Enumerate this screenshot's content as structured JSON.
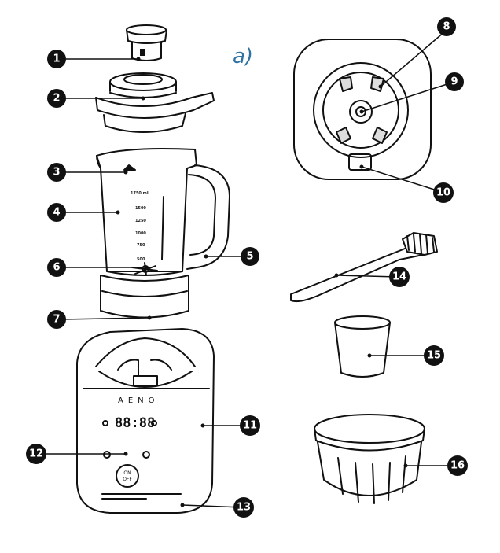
{
  "figure_label": "a)",
  "callouts": [
    "1",
    "2",
    "3",
    "4",
    "5",
    "6",
    "7",
    "8",
    "9",
    "10",
    "11",
    "12",
    "13",
    "14",
    "15",
    "16"
  ],
  "jug_scale": {
    "top_ml": "1750 mL",
    "marks": [
      "1500",
      "1250",
      "1000",
      "750",
      "500"
    ]
  },
  "base": {
    "brand": "AENO",
    "display": "88:88",
    "power_button": {
      "line1": "ON",
      "line2": "OFF"
    }
  }
}
